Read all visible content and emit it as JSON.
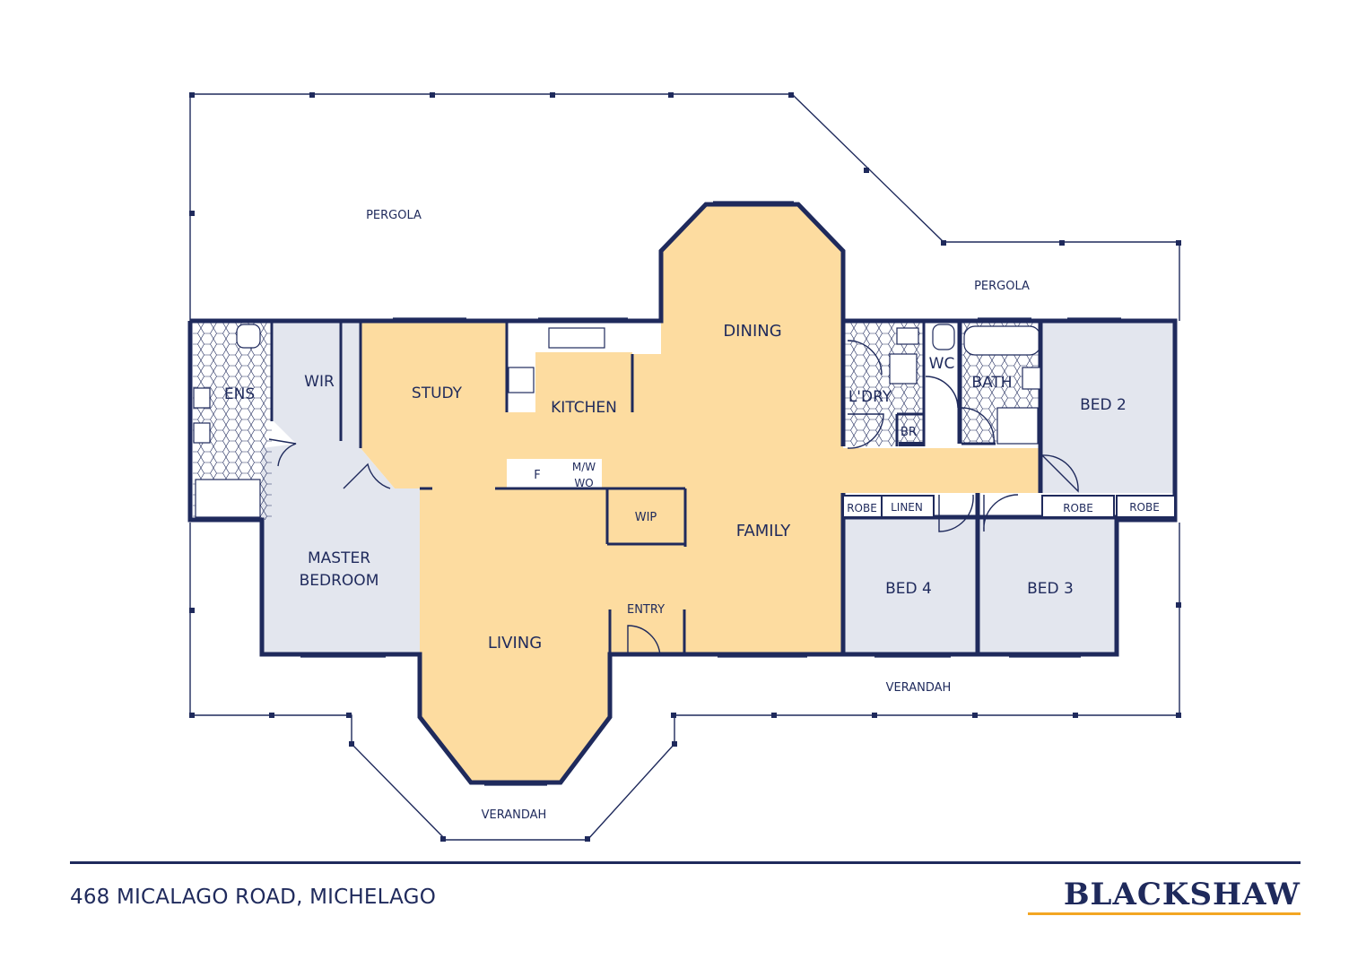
{
  "colors": {
    "wall": "#1f2a5c",
    "living_fill": "#fddca0",
    "bedroom_fill": "#e3e6ee",
    "wet_fill": "#ffffff",
    "brand_accent": "#f3a623"
  },
  "rooms": {
    "pergola_left": "PERGOLA",
    "pergola_right": "PERGOLA",
    "ens": "ENS",
    "wir": "WIR",
    "study": "STUDY",
    "kitchen": "KITCHEN",
    "dining": "DINING",
    "laundry": "L'DRY",
    "wc": "WC",
    "bath": "BATH",
    "br": "BR",
    "bed2": "BED 2",
    "fridge": "F",
    "mw": "M/W",
    "wo": "WO",
    "wip": "WIP",
    "family": "FAMILY",
    "master_line1": "MASTER",
    "master_line2": "BEDROOM",
    "robe1": "ROBE",
    "linen": "LINEN",
    "robe2": "ROBE",
    "robe3": "ROBE",
    "bed4": "BED 4",
    "bed3": "BED 3",
    "entry": "ENTRY",
    "living": "LIVING",
    "verandah_right": "VERANDAH",
    "verandah_bottom": "VERANDAH"
  },
  "footer": {
    "address": "468 MICALAGO ROAD, MICHELAGO",
    "brand": "BLACKSHAW"
  }
}
